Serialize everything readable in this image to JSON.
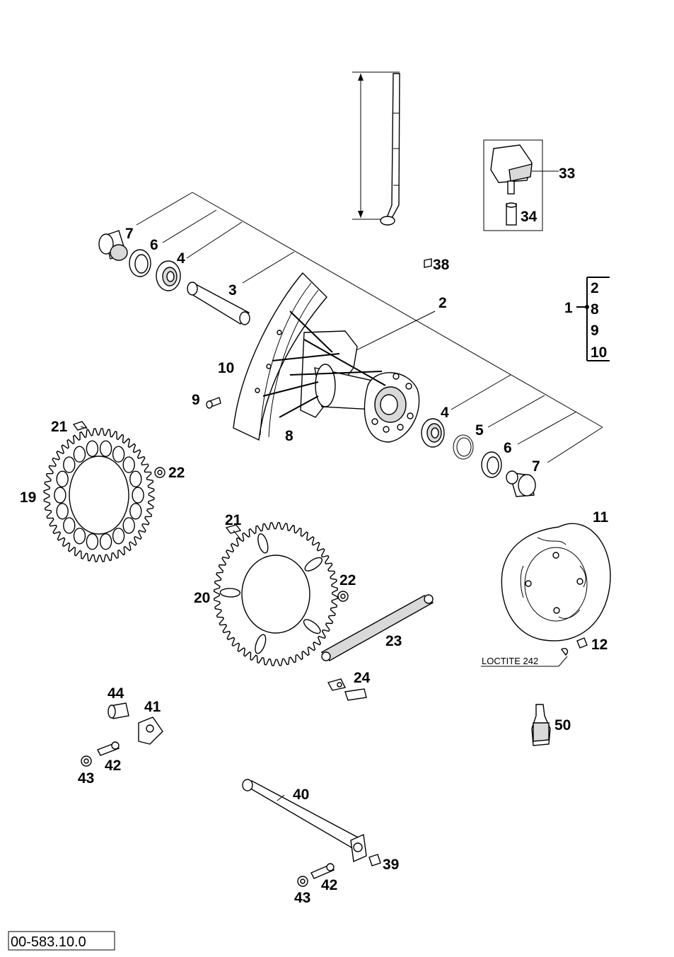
{
  "diagram_ref": "00-583.10.0",
  "note_loctite": "LOCTITE 242",
  "group": {
    "parent": "1",
    "children": [
      "2",
      "8",
      "9",
      "10"
    ]
  },
  "labels": {
    "p7a": "7",
    "p6a": "6",
    "p4a": "4",
    "p3": "3",
    "p2": "2",
    "p10": "10",
    "p9": "9",
    "p8": "8",
    "p4b": "4",
    "p5": "5",
    "p6b": "6",
    "p7b": "7",
    "p33": "33",
    "p34": "34",
    "p38": "38",
    "p21a": "21",
    "p22a": "22",
    "p19": "19",
    "p21b": "21",
    "p22b": "22",
    "p20": "20",
    "p23": "23",
    "p24": "24",
    "p11": "11",
    "p12": "12",
    "p50": "50",
    "p44": "44",
    "p41": "41",
    "p42a": "42",
    "p43a": "43",
    "p40": "40",
    "p39": "39",
    "p42b": "42",
    "p43b": "43"
  }
}
